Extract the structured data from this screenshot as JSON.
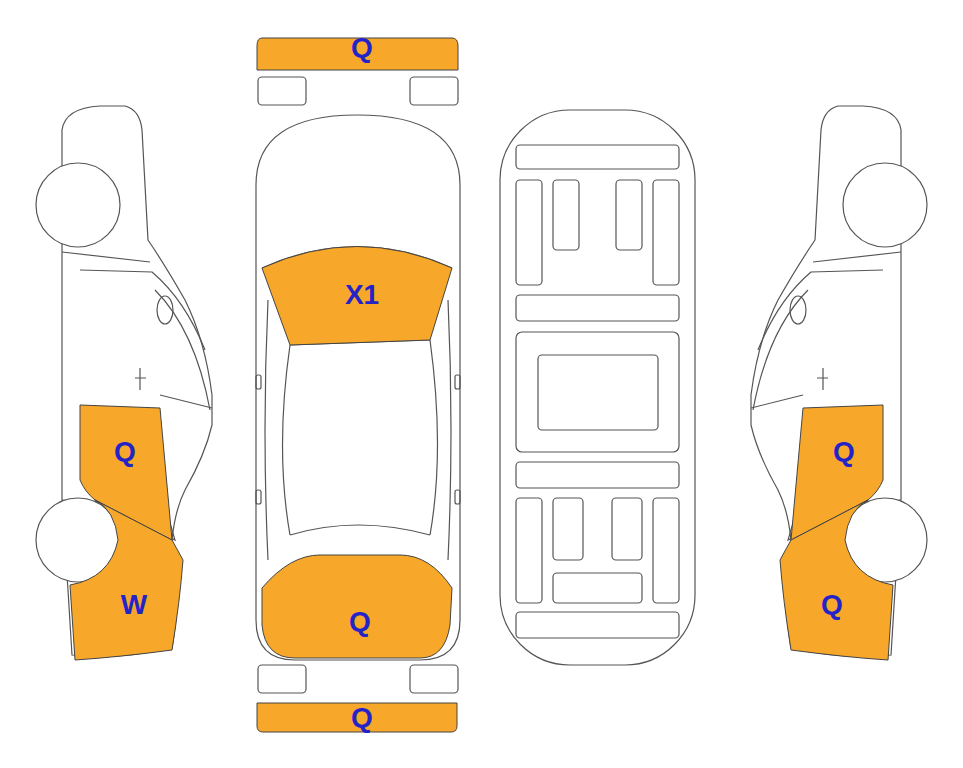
{
  "diagram": {
    "nodes": [
      {
        "text": [
          "Q"
        ]
      },
      {
        "text": [
          "X1"
        ]
      },
      {
        "text": [
          "Q"
        ]
      },
      {
        "text": [
          "Q"
        ]
      },
      {
        "text": [
          "W"
        ]
      },
      {
        "text": [
          "Q"
        ]
      },
      {
        "text": [
          "Q"
        ]
      },
      {
        "text": [
          "Q"
        ]
      }
    ]
  }
}
